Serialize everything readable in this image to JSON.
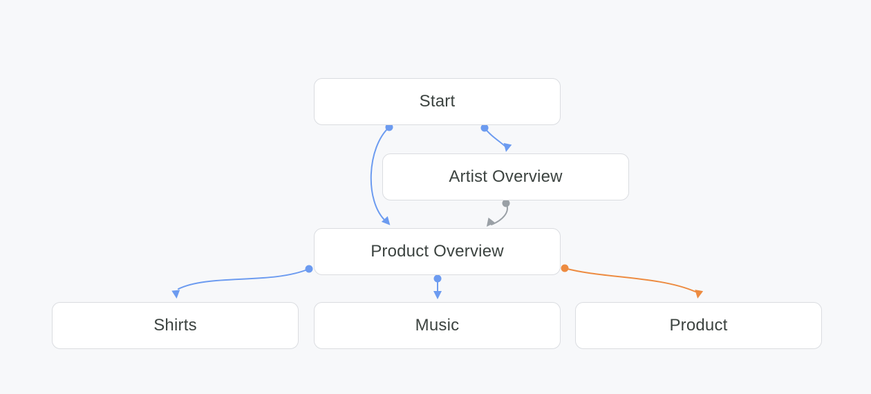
{
  "canvas": {
    "background": "#F7F8FA"
  },
  "diagram": {
    "nodes": [
      {
        "id": "start",
        "label": "Start"
      },
      {
        "id": "artist-overview",
        "label": "Artist Overview"
      },
      {
        "id": "product-overview",
        "label": "Product Overview"
      },
      {
        "id": "shirts",
        "label": "Shirts"
      },
      {
        "id": "music",
        "label": "Music"
      },
      {
        "id": "product",
        "label": "Product"
      }
    ],
    "edges": [
      {
        "from": "start",
        "to": "artist-overview",
        "color": "#6C9BF0"
      },
      {
        "from": "start",
        "to": "product-overview",
        "color": "#6C9BF0"
      },
      {
        "from": "artist-overview",
        "to": "product-overview",
        "color": "#9AA0A6"
      },
      {
        "from": "product-overview",
        "to": "shirts",
        "color": "#6C9BF0"
      },
      {
        "from": "product-overview",
        "to": "music",
        "color": "#6C9BF0"
      },
      {
        "from": "product-overview",
        "to": "product",
        "color": "#ED8B40"
      }
    ],
    "colors": {
      "node_fill": "#FFFFFF",
      "node_border": "#DADCE0",
      "node_text": "#3C4340",
      "edge_blue": "#6C9BF0",
      "edge_gray": "#9AA0A6",
      "edge_orange": "#ED8B40"
    }
  }
}
